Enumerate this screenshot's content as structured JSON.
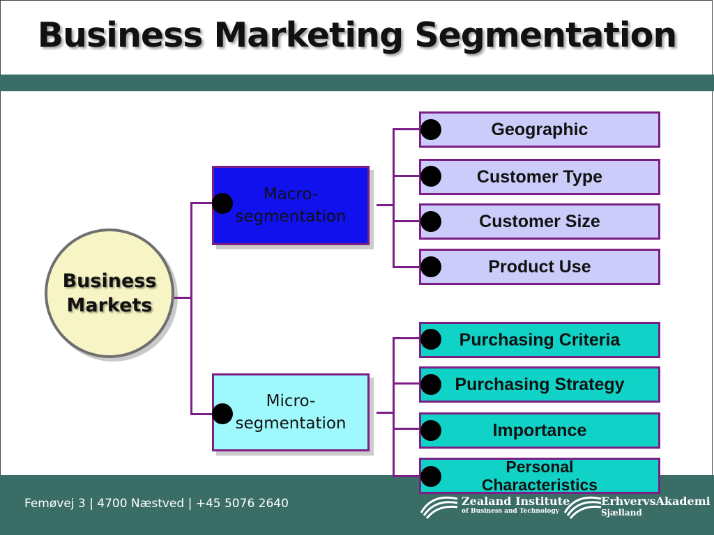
{
  "title": "Business Marketing Segmentation",
  "root": {
    "label_line1": "Business",
    "label_line2": "Markets"
  },
  "macro": {
    "label_line1": "Macro-",
    "label_line2": "segmentation",
    "items": [
      "Geographic",
      "Customer Type",
      "Customer Size",
      "Product Use"
    ]
  },
  "micro": {
    "label_line1": "Micro-",
    "label_line2": "segmentation",
    "items": [
      "Purchasing Criteria",
      "Purchasing Strategy",
      "Importance"
    ],
    "last_item_line1": "Personal",
    "last_item_line2": "Characteristics"
  },
  "footer": {
    "address": "Femøvej 3 | 4700 Næstved | +45 5076 2640",
    "logo1_main": "Zealand Institute",
    "logo1_sub": "of Business and Technology",
    "logo2_main": "ErhvervsAkademi",
    "logo2_sub": "Sjælland"
  },
  "colors": {
    "band": "#3a6d66",
    "connector": "#7b1f86",
    "macro_fill": "#1111ee",
    "micro_fill": "#9ff8fb",
    "macro_item_fill": "#ccccfa",
    "micro_item_fill": "#10d2c6",
    "root_fill": "#f7f5c5"
  }
}
